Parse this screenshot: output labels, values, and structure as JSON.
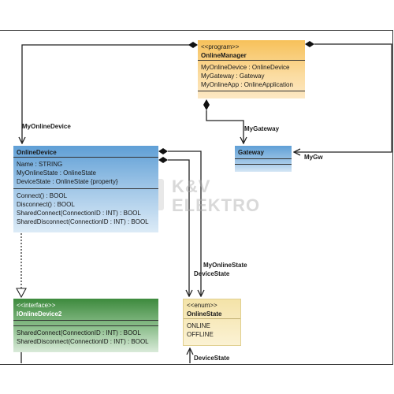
{
  "online_manager": {
    "stereotype": "<<program>>",
    "name": "OnlineManager",
    "attributes": [
      "MyOnlineDevice : OnlineDevice",
      "MyGateway : Gateway",
      "MyOnlineApp : OnlineApplication"
    ]
  },
  "online_device": {
    "name": "OnlineDevice",
    "attributes": [
      "Name : STRING",
      "MyOnlineState : OnlineState",
      "DeviceState : OnlineState {property}"
    ],
    "operations": [
      "Connect() : BOOL",
      "Disconnect() : BOOL",
      "SharedConnect(ConnectionID : INT) : BOOL",
      "SharedDisconnect(ConnectionID : INT) : BOOL"
    ]
  },
  "gateway": {
    "name": "Gateway"
  },
  "ionline_device2": {
    "stereotype": "<<interface>>",
    "name": "IOnlineDevice2",
    "operations": [
      "SharedConnect(ConnectionID : INT) : BOOL",
      "SharedDisconnect(ConnectionID : INT) : BOOL"
    ]
  },
  "online_state": {
    "stereotype": "<<enum>>",
    "name": "OnlineState",
    "values": [
      "ONLINE",
      "OFFLINE"
    ]
  },
  "labels": {
    "my_online_device": "MyOnlineDevice",
    "my_gateway": "MyGateway",
    "my_gw": "MyGw",
    "my_online_state": "MyOnlineState",
    "device_state_1": "DeviceState",
    "device_state_2": "DeviceState"
  },
  "watermark": {
    "text": "K&V\nELEKTRO"
  }
}
